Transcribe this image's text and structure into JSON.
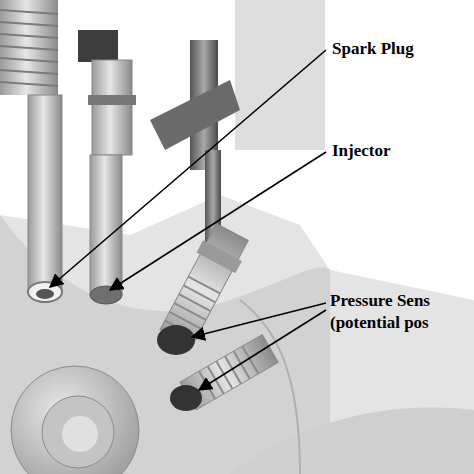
{
  "diagram": {
    "labels": [
      "Spark Plug",
      "Injector",
      "Pressure Sens (potential pos"
    ]
  }
}
